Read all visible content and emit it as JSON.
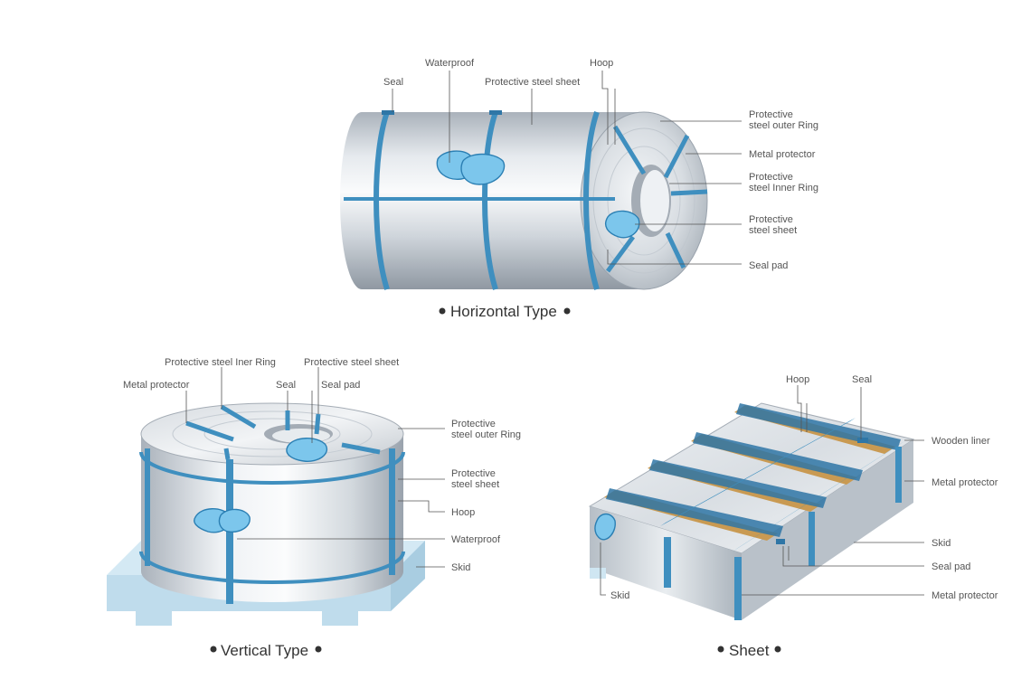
{
  "horizontal": {
    "caption": "Horizontal Type",
    "labels": {
      "seal": "Seal",
      "waterproof": "Waterproof",
      "protective_steel_sheet": "Protective steel sheet",
      "hoop": "Hoop",
      "outer_ring_1": "Protective",
      "outer_ring_2": "steel outer Ring",
      "metal_protector": "Metal protector",
      "inner_ring_1": "Protective",
      "inner_ring_2": "steel Inner Ring",
      "end_sheet_1": "Protective",
      "end_sheet_2": "steel sheet",
      "seal_pad": "Seal pad"
    }
  },
  "vertical": {
    "caption": "Vertical Type",
    "labels": {
      "inner_ring": "Protective steel Iner Ring",
      "protective_steel_sheet": "Protective steel sheet",
      "metal_protector": "Metal protector",
      "seal": "Seal",
      "seal_pad": "Seal pad",
      "outer_ring_1": "Protective",
      "outer_ring_2": "steel outer Ring",
      "side_sheet_1": "Protective",
      "side_sheet_2": "steel sheet",
      "hoop": "Hoop",
      "waterproof": "Waterproof",
      "skid": "Skid"
    }
  },
  "sheet": {
    "caption": "Sheet",
    "labels": {
      "hoop": "Hoop",
      "seal": "Seal",
      "wooden_liner": "Wooden liner",
      "metal_protector_top": "Metal protector",
      "skid_right": "Skid",
      "seal_pad": "Seal pad",
      "metal_protector_bottom": "Metal protector",
      "skid_left": "Skid"
    }
  },
  "colors": {
    "steel_light": "#eef1f4",
    "steel_mid": "#c9d0d7",
    "steel_dark": "#9aa3ad",
    "band_blue": "#3f8fbf",
    "pad_blue": "#7cc6ec",
    "wood": "#c99a52",
    "skid": "#cfe6f2"
  }
}
